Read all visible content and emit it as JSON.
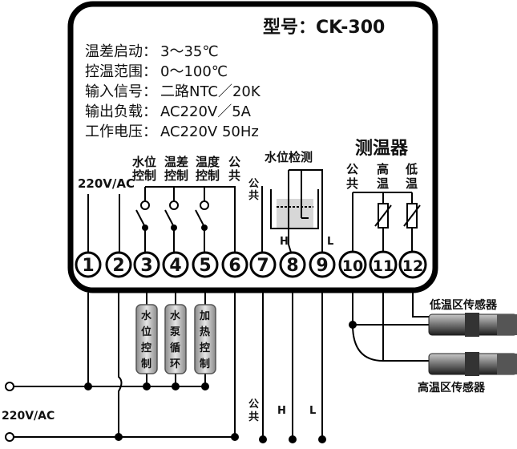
{
  "title": "型号：CK-300",
  "specs": [
    {
      "label": "温差启动：",
      "value": "3～35℃"
    },
    {
      "label": "控温范围：",
      "value": "0～100℃"
    },
    {
      "label": "输入信号：",
      "value": "二路NTC／20K"
    },
    {
      "label": "输出负载：",
      "value": "AC220V／5A"
    },
    {
      "label": "工作电压：",
      "value": "AC220V 50Hz"
    }
  ],
  "supply_label": "220V/AC",
  "relay_labels": [
    [
      "水位",
      "控制"
    ],
    [
      "温差",
      "控制"
    ],
    [
      "温度",
      "控制"
    ]
  ],
  "common_label": [
    "公",
    "共"
  ],
  "water_level": {
    "title": "水位检测",
    "common": [
      "公",
      "共"
    ],
    "h": "H",
    "l": "L"
  },
  "sensor_group": {
    "title": "测温器",
    "cols": [
      [
        "公",
        "共"
      ],
      [
        "高",
        "温"
      ],
      [
        "低",
        "温"
      ]
    ]
  },
  "terminals": [
    "1",
    "2",
    "3",
    "4",
    "5",
    "6",
    "7",
    "8",
    "9",
    "10",
    "11",
    "12"
  ],
  "loads": [
    [
      "水",
      "位",
      "控",
      "制"
    ],
    [
      "水",
      "泵",
      "循",
      "环"
    ],
    [
      "加",
      "热",
      "控",
      "制"
    ]
  ],
  "low_sensor": "低温区传感器",
  "high_sensor": "高温区传感器",
  "bottom_supply": "220V/AC",
  "bottom_wl": {
    "common": [
      "公",
      "共"
    ],
    "h": "H",
    "l": "L"
  }
}
